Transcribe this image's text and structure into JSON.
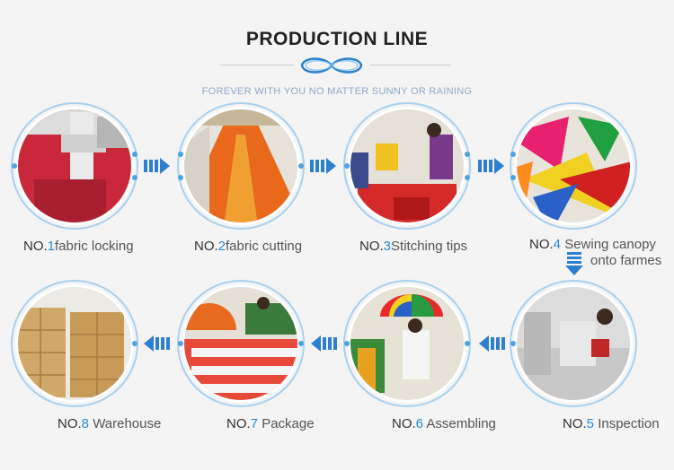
{
  "header": {
    "title": "PRODUCTION LINE",
    "subtitle": "FOREVER WITH YOU NO MATTER SUNNY OR RAINING",
    "decoration_icon": "infinity-icon"
  },
  "colors": {
    "accent": "#2a8ad8",
    "ring": "#a9d1ef",
    "arrow": "#2e7fd0"
  },
  "steps": [
    {
      "no": "NO.",
      "num": "1",
      "text": "fabric locking",
      "photo": "sewing machine with red fabric"
    },
    {
      "no": "NO.",
      "num": "2",
      "text": "fabric cutting",
      "photo": "orange fabric on cutting table"
    },
    {
      "no": "NO.",
      "num": "3",
      "text": "Stitching tips",
      "photo": "workers stitching"
    },
    {
      "no": "NO.",
      "num": "4",
      "text": "Sewing canopy",
      "text2": "onto farmes",
      "photo": "colorful canopies"
    },
    {
      "no": "NO.",
      "num": "5",
      "text": "Inspection",
      "photo": "inspection area"
    },
    {
      "no": "NO.",
      "num": "6",
      "text": "Assembling",
      "photo": "rainbow umbrella assembly"
    },
    {
      "no": "NO.",
      "num": "7",
      "text": "Package",
      "photo": "packaged umbrellas"
    },
    {
      "no": "NO.",
      "num": "8",
      "text": "Warehouse",
      "photo": "stacked cartons"
    }
  ]
}
